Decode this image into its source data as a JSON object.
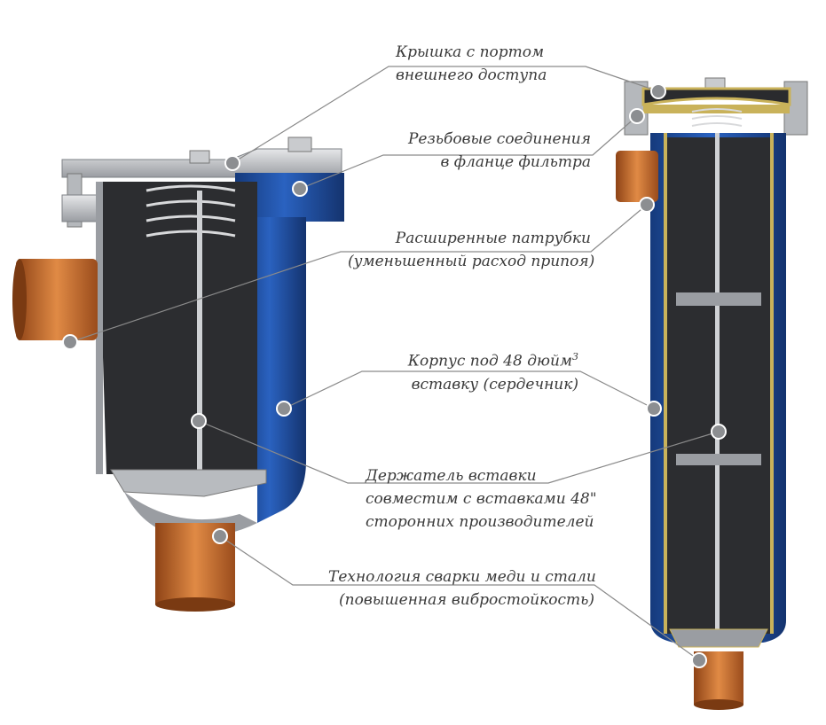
{
  "labels": {
    "cover": {
      "line1": "Крышка с портом",
      "line2": "внешнего доступа"
    },
    "threaded": {
      "line1": "Резьбовые соединения",
      "line2": "в фланце фильтра"
    },
    "nozzles": {
      "line1": "Расширенные патрубки",
      "line2": "(уменьшенный расход припоя)"
    },
    "housing": {
      "line1": "Корпус под 48 дюйм",
      "sup": "3",
      "line2": "вставку (сердечник)"
    },
    "holder": {
      "line1": "Держатель вставки",
      "line2": "совместим с вставками 48\"",
      "line3": "сторонних производителей"
    },
    "welding": {
      "line1": "Технология сварки меди и стали",
      "line2": "(повышенная вибростойкость)"
    }
  },
  "colors": {
    "body_blue": "#1f4fa0",
    "copper": "#c46a2a",
    "steel": "#b9bcc0",
    "interior": "#2c2d30",
    "gasket": "#c9b25a",
    "leader": "#8a8a8a",
    "marker": "#8c8e91"
  }
}
